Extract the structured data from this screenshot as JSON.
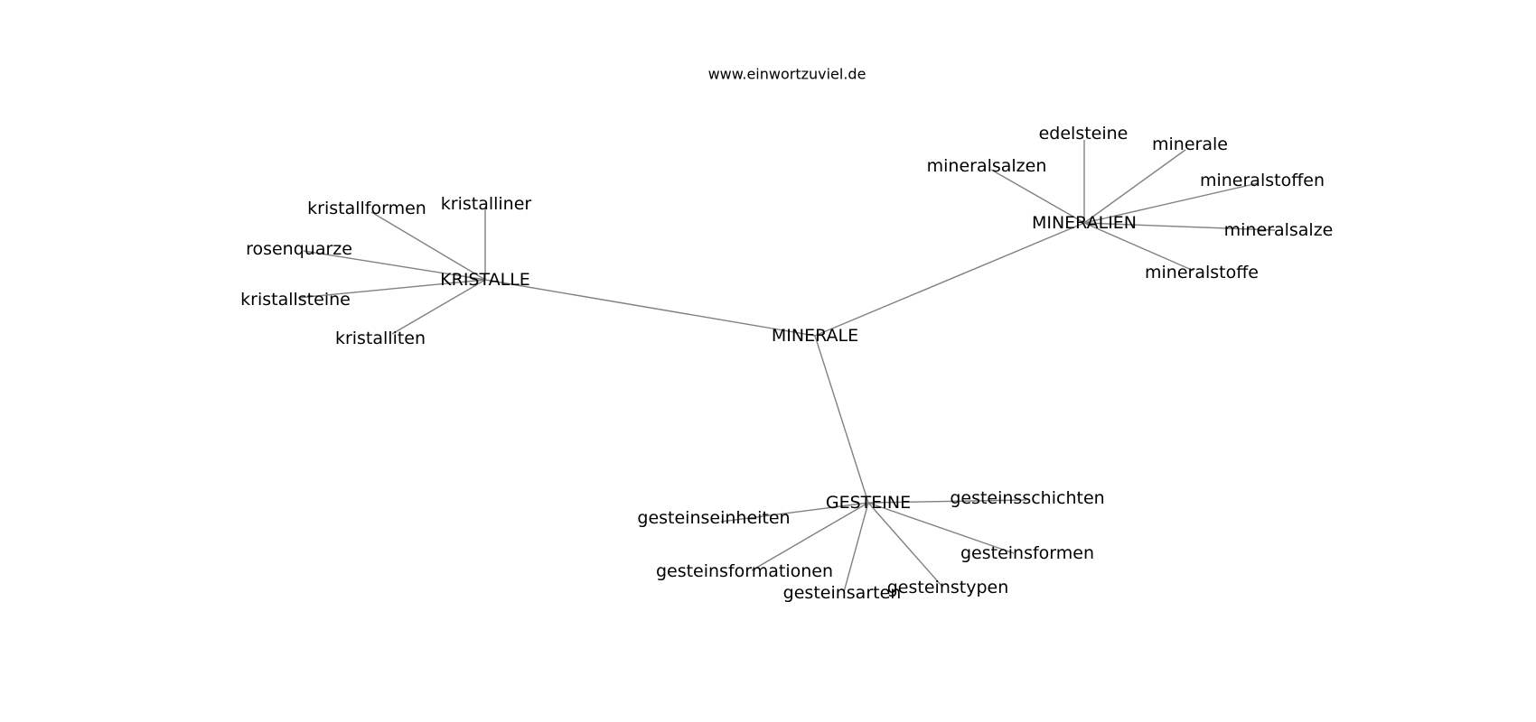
{
  "watermark": "www.einwortzuviel.de",
  "colors": {
    "edge": "#808080",
    "text": "#000000",
    "background": "#ffffff"
  },
  "graph": {
    "nodes": [
      {
        "id": "minerale_root",
        "label": "MINERALE"
      },
      {
        "id": "kristalle",
        "label": "KRISTALLE"
      },
      {
        "id": "mineralien",
        "label": "MINERALIEN"
      },
      {
        "id": "gesteine",
        "label": "GESTEINE"
      },
      {
        "id": "kristallformen",
        "label": "kristallformen"
      },
      {
        "id": "kristalliner",
        "label": "kristalliner"
      },
      {
        "id": "rosenquarze",
        "label": "rosenquarze"
      },
      {
        "id": "kristallsteine",
        "label": "kristallsteine"
      },
      {
        "id": "kristalliten",
        "label": "kristalliten"
      },
      {
        "id": "edelsteine",
        "label": "edelsteine"
      },
      {
        "id": "minerale_leaf",
        "label": "minerale"
      },
      {
        "id": "mineralsalzen",
        "label": "mineralsalzen"
      },
      {
        "id": "mineralstoffen",
        "label": "mineralstoffen"
      },
      {
        "id": "mineralsalze",
        "label": "mineralsalze"
      },
      {
        "id": "mineralstoffe",
        "label": "mineralstoffe"
      },
      {
        "id": "gesteinsschichten",
        "label": "gesteinsschichten"
      },
      {
        "id": "gesteinseinheiten",
        "label": "gesteinseinheiten"
      },
      {
        "id": "gesteinsformen",
        "label": "gesteinsformen"
      },
      {
        "id": "gesteinsformationen",
        "label": "gesteinsformationen"
      },
      {
        "id": "gesteinstypen",
        "label": "gesteinstypen"
      },
      {
        "id": "gesteinsarten",
        "label": "gesteinsarten"
      }
    ],
    "edges": [
      [
        "minerale_root",
        "kristalle"
      ],
      [
        "minerale_root",
        "mineralien"
      ],
      [
        "minerale_root",
        "gesteine"
      ],
      [
        "kristalle",
        "kristallformen"
      ],
      [
        "kristalle",
        "kristalliner"
      ],
      [
        "kristalle",
        "rosenquarze"
      ],
      [
        "kristalle",
        "kristallsteine"
      ],
      [
        "kristalle",
        "kristalliten"
      ],
      [
        "mineralien",
        "edelsteine"
      ],
      [
        "mineralien",
        "minerale_leaf"
      ],
      [
        "mineralien",
        "mineralsalzen"
      ],
      [
        "mineralien",
        "mineralstoffen"
      ],
      [
        "mineralien",
        "mineralsalze"
      ],
      [
        "mineralien",
        "mineralstoffe"
      ],
      [
        "gesteine",
        "gesteinsschichten"
      ],
      [
        "gesteine",
        "gesteinseinheiten"
      ],
      [
        "gesteine",
        "gesteinsformen"
      ],
      [
        "gesteine",
        "gesteinsformationen"
      ],
      [
        "gesteine",
        "gesteinstypen"
      ],
      [
        "gesteine",
        "gesteinsarten"
      ]
    ]
  }
}
